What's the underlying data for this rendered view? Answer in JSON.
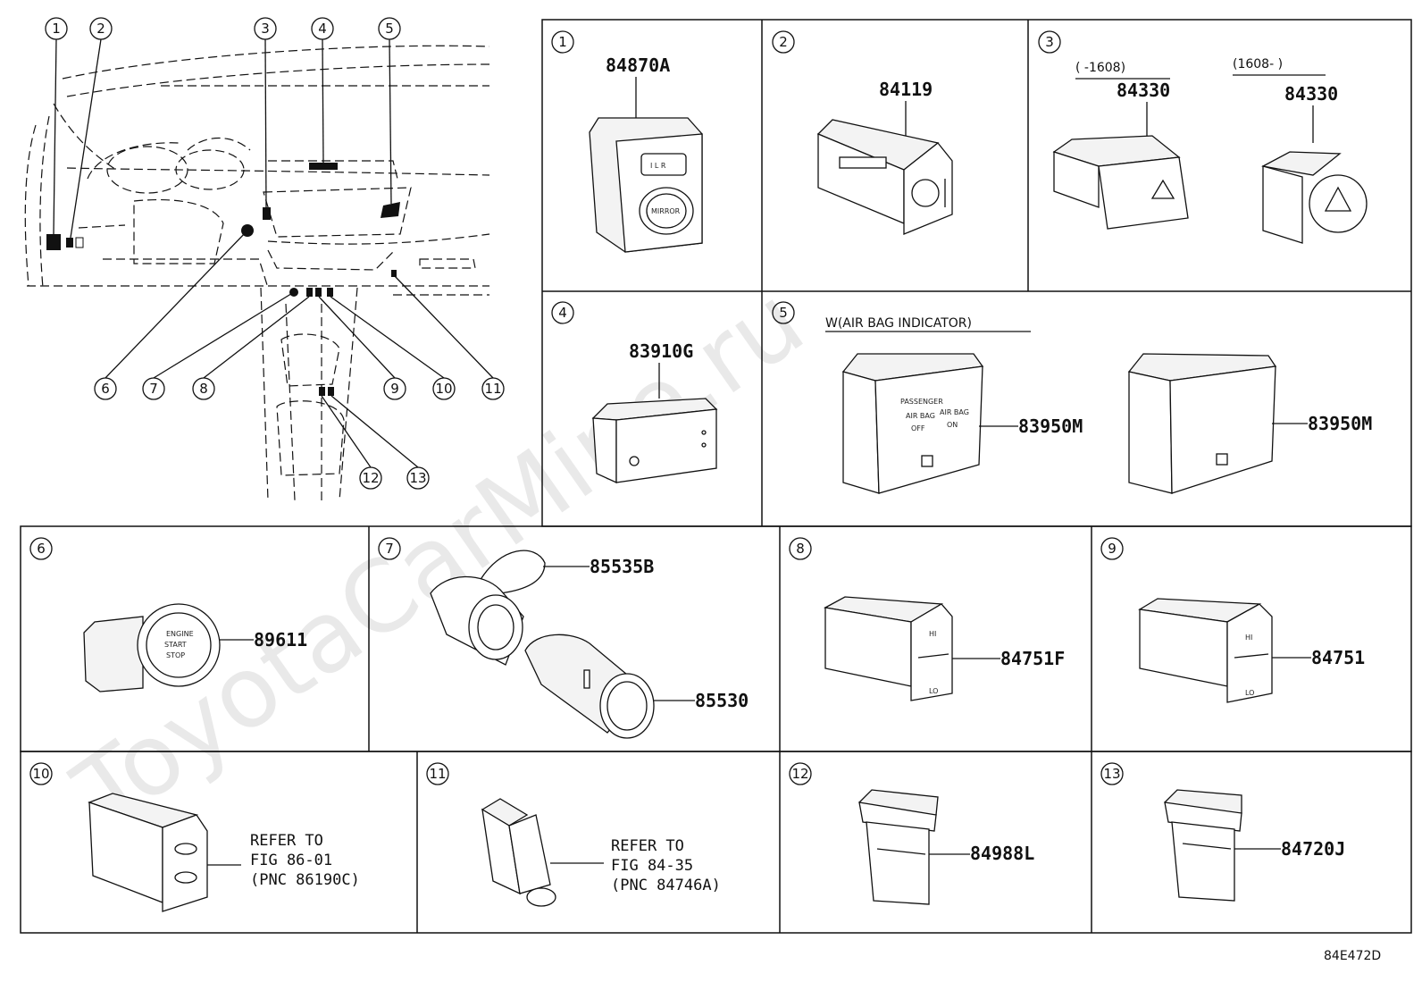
{
  "diagram_id": "84E472D",
  "watermark": "ToyotaCarMine.ru",
  "overview": {
    "callouts": [
      "1",
      "2",
      "3",
      "4",
      "5",
      "6",
      "7",
      "8",
      "9",
      "10",
      "11",
      "12",
      "13"
    ]
  },
  "panels": [
    {
      "num": "1",
      "parts": [
        "84870A"
      ],
      "labels": [
        "I L R",
        "MIRROR"
      ]
    },
    {
      "num": "2",
      "parts": [
        "84119"
      ]
    },
    {
      "num": "3",
      "parts": [
        "84330",
        "84330"
      ],
      "ranges": [
        "(      -1608)",
        "(1608-      )"
      ]
    },
    {
      "num": "4",
      "parts": [
        "83910G"
      ]
    },
    {
      "num": "5",
      "parts": [
        "83950M",
        "83950M"
      ],
      "note": "W(AIR BAG INDICATOR)",
      "labels": [
        "PASSENGER",
        "AIR BAG",
        "OFF",
        "AIR BAG",
        "ON"
      ]
    },
    {
      "num": "6",
      "parts": [
        "89611"
      ],
      "labels": [
        "ENGINE",
        "START",
        "STOP"
      ]
    },
    {
      "num": "7",
      "parts": [
        "85535B",
        "85530"
      ]
    },
    {
      "num": "8",
      "parts": [
        "84751F"
      ],
      "labels": [
        "HI",
        "LO"
      ]
    },
    {
      "num": "9",
      "parts": [
        "84751"
      ],
      "labels": [
        "HI",
        "LO"
      ]
    },
    {
      "num": "10",
      "refer": [
        "REFER TO",
        "FIG 86-01",
        "(PNC 86190C)"
      ]
    },
    {
      "num": "11",
      "refer": [
        "REFER TO",
        "FIG 84-35",
        "(PNC 84746A)"
      ]
    },
    {
      "num": "12",
      "parts": [
        "84988L"
      ]
    },
    {
      "num": "13",
      "parts": [
        "84720J"
      ]
    }
  ]
}
